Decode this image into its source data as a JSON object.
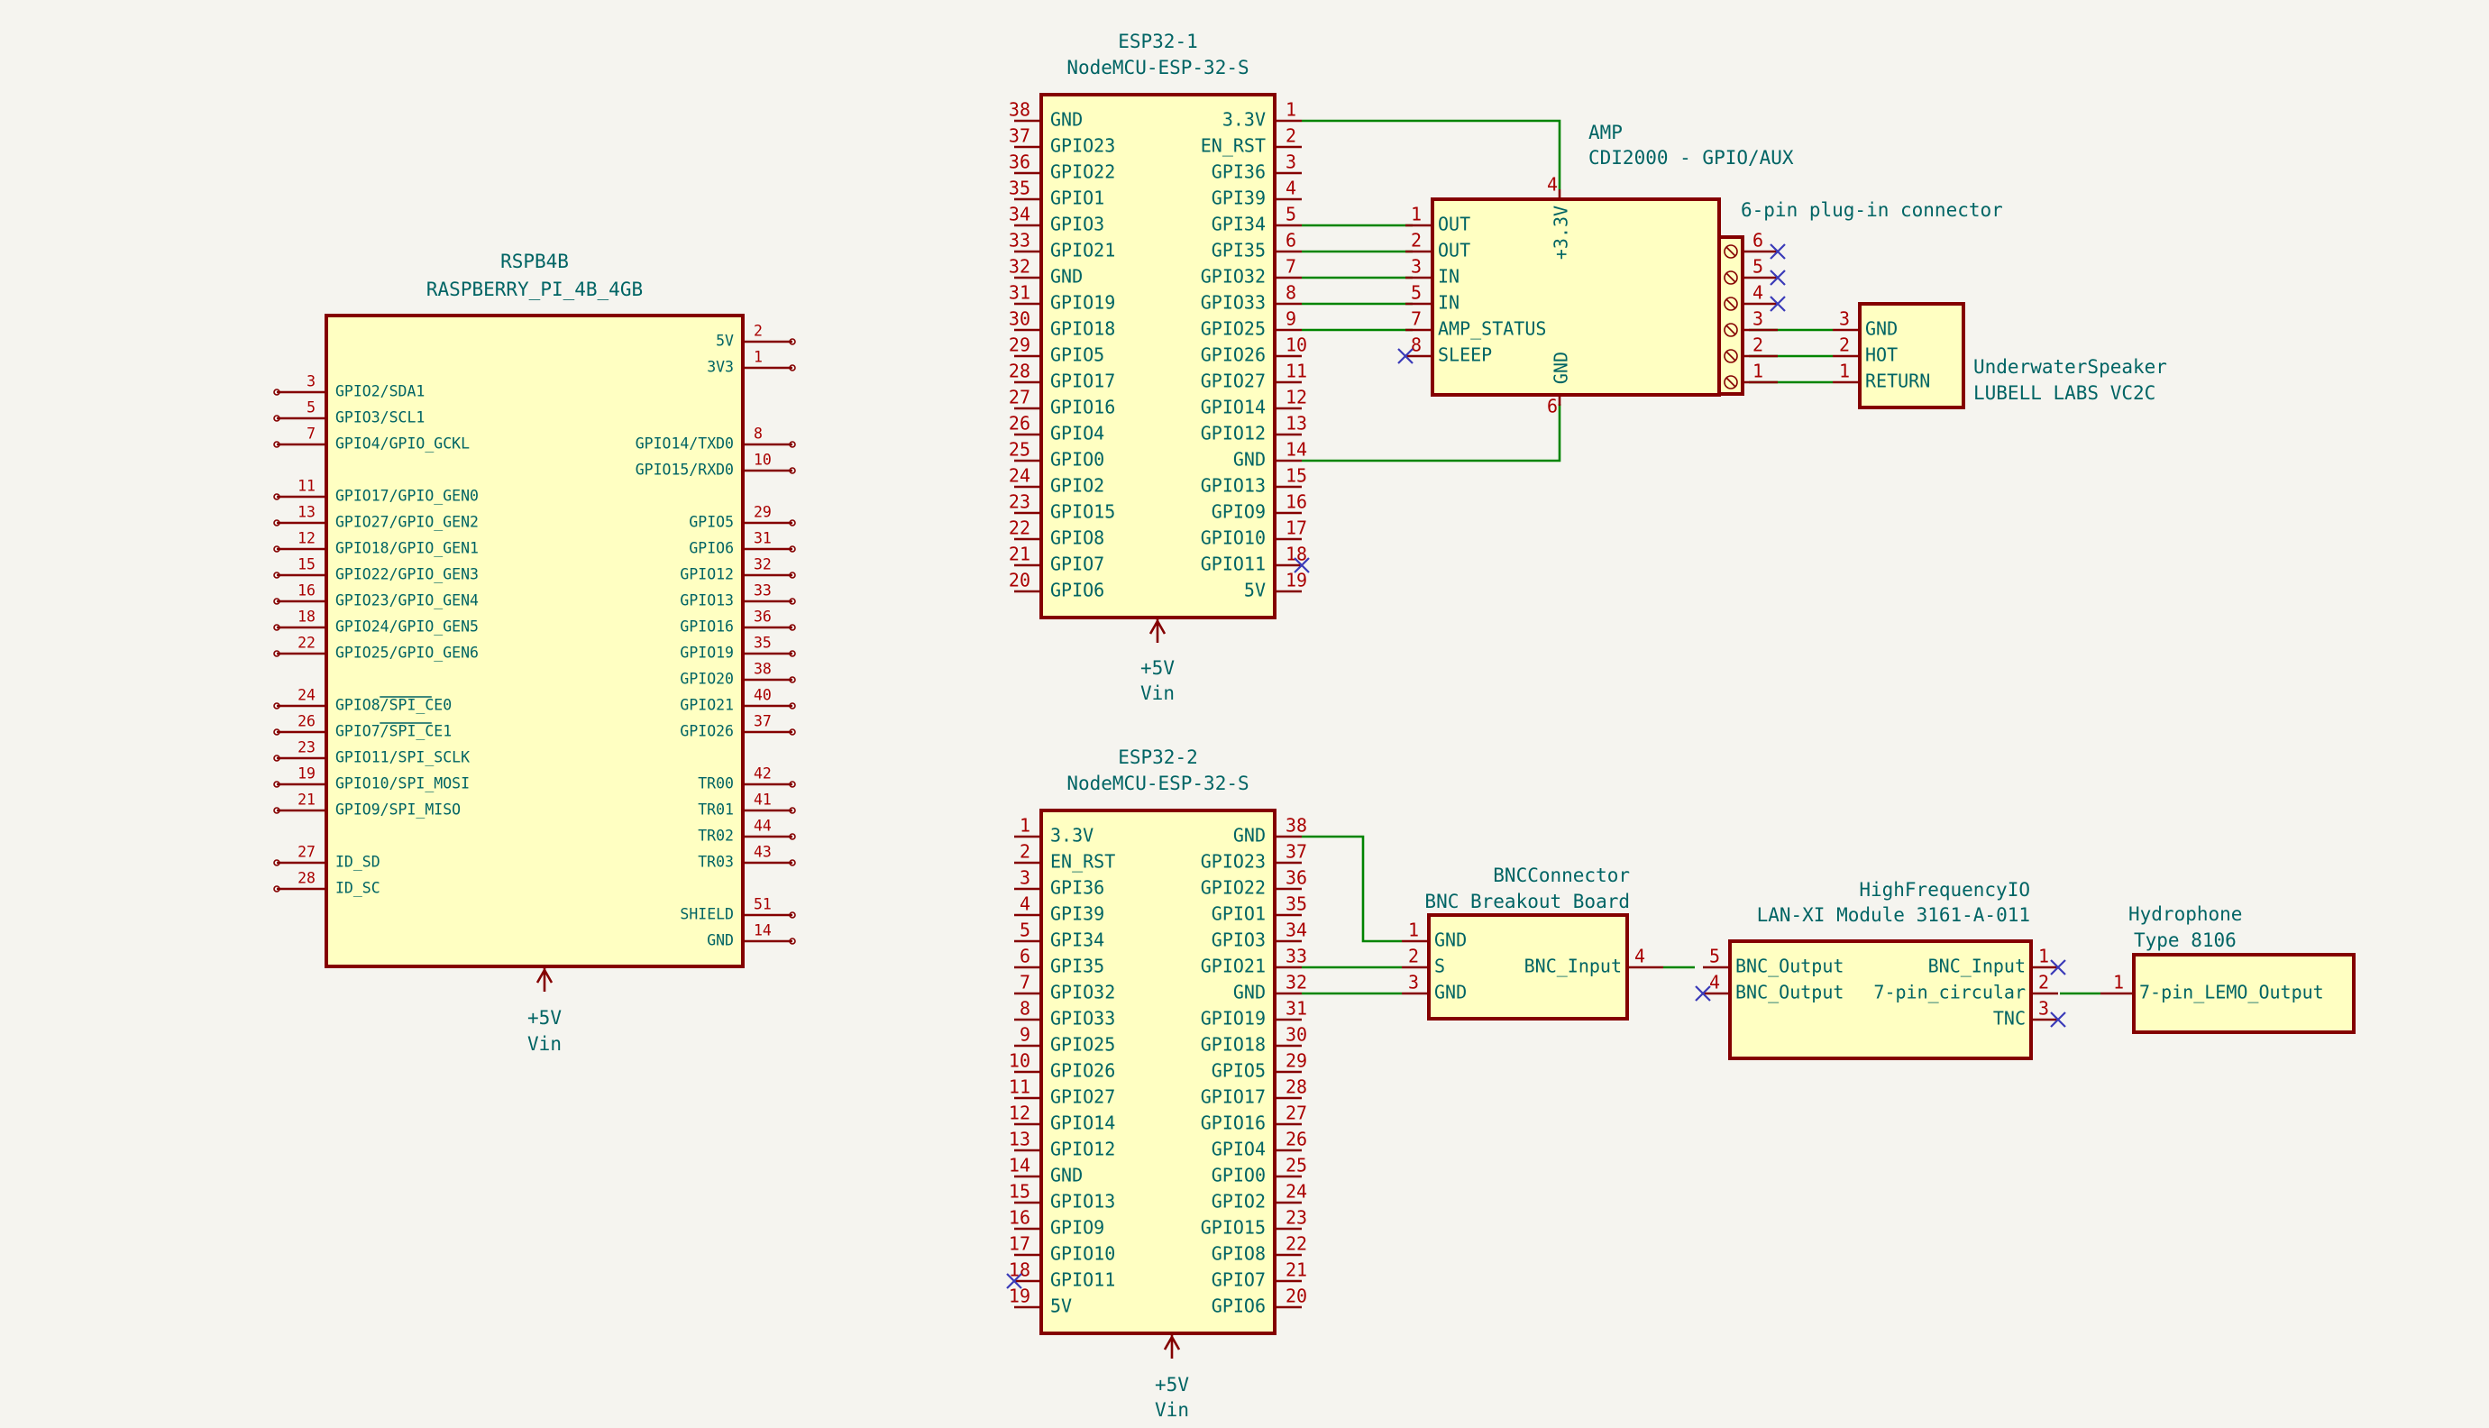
{
  "components": [
    {
      "id": "rpi",
      "name": "RSPB4B",
      "value": "RASPBERRY_PI_4B_4GB",
      "power": [
        "+5V",
        "Vin"
      ],
      "left_pins": [
        {
          "num": "3",
          "name": "GPIO2/SDA1"
        },
        {
          "num": "5",
          "name": "GPIO3/SCL1"
        },
        {
          "num": "7",
          "name": "GPIO4/GPIO_GCKL"
        },
        {
          "num": "11",
          "name": "GPIO17/GPIO_GEN0"
        },
        {
          "num": "13",
          "name": "GPIO27/GPIO_GEN2"
        },
        {
          "num": "12",
          "name": "GPIO18/GPIO_GEN1"
        },
        {
          "num": "15",
          "name": "GPIO22/GPIO_GEN3"
        },
        {
          "num": "16",
          "name": "GPIO23/GPIO_GEN4"
        },
        {
          "num": "18",
          "name": "GPIO24/GPIO_GEN5"
        },
        {
          "num": "22",
          "name": "GPIO25/GPIO_GEN6"
        },
        {
          "num": "24",
          "name": "GPIO8/SPI_CE0"
        },
        {
          "num": "26",
          "name": "GPIO7/SPI_CE1"
        },
        {
          "num": "23",
          "name": "GPIO11/SPI_SCLK"
        },
        {
          "num": "19",
          "name": "GPIO10/SPI_MOSI"
        },
        {
          "num": "21",
          "name": "GPIO9/SPI_MISO"
        },
        {
          "num": "27",
          "name": "ID_SD"
        },
        {
          "num": "28",
          "name": "ID_SC"
        }
      ],
      "right_pins": [
        {
          "num": "2",
          "name": "5V"
        },
        {
          "num": "1",
          "name": "3V3"
        },
        {
          "num": "8",
          "name": "GPIO14/TXD0"
        },
        {
          "num": "10",
          "name": "GPIO15/RXD0"
        },
        {
          "num": "29",
          "name": "GPIO5"
        },
        {
          "num": "31",
          "name": "GPIO6"
        },
        {
          "num": "32",
          "name": "GPIO12"
        },
        {
          "num": "33",
          "name": "GPIO13"
        },
        {
          "num": "36",
          "name": "GPIO16"
        },
        {
          "num": "35",
          "name": "GPIO19"
        },
        {
          "num": "38",
          "name": "GPIO20"
        },
        {
          "num": "40",
          "name": "GPIO21"
        },
        {
          "num": "37",
          "name": "GPIO26"
        },
        {
          "num": "42",
          "name": "TR00"
        },
        {
          "num": "41",
          "name": "TR01"
        },
        {
          "num": "44",
          "name": "TR02"
        },
        {
          "num": "43",
          "name": "TR03"
        },
        {
          "num": "51",
          "name": "SHIELD"
        },
        {
          "num": "14",
          "name": "GND"
        }
      ]
    },
    {
      "id": "esp1",
      "name": "ESP32-1",
      "value": "NodeMCU-ESP-32-S",
      "power": [
        "+5V",
        "Vin"
      ],
      "left_pins": [
        {
          "num": "38",
          "name": "GND"
        },
        {
          "num": "37",
          "name": "GPIO23"
        },
        {
          "num": "36",
          "name": "GPIO22"
        },
        {
          "num": "35",
          "name": "GPIO1"
        },
        {
          "num": "34",
          "name": "GPIO3"
        },
        {
          "num": "33",
          "name": "GPIO21"
        },
        {
          "num": "32",
          "name": "GND"
        },
        {
          "num": "31",
          "name": "GPIO19"
        },
        {
          "num": "30",
          "name": "GPIO18"
        },
        {
          "num": "29",
          "name": "GPIO5"
        },
        {
          "num": "28",
          "name": "GPIO17"
        },
        {
          "num": "27",
          "name": "GPIO16"
        },
        {
          "num": "26",
          "name": "GPIO4"
        },
        {
          "num": "25",
          "name": "GPIO0"
        },
        {
          "num": "24",
          "name": "GPIO2"
        },
        {
          "num": "23",
          "name": "GPIO15"
        },
        {
          "num": "22",
          "name": "GPIO8"
        },
        {
          "num": "21",
          "name": "GPIO7"
        },
        {
          "num": "20",
          "name": "GPIO6"
        }
      ],
      "right_pins": [
        {
          "num": "1",
          "name": "3.3V"
        },
        {
          "num": "2",
          "name": "EN_RST"
        },
        {
          "num": "3",
          "name": "GPI36"
        },
        {
          "num": "4",
          "name": "GPI39"
        },
        {
          "num": "5",
          "name": "GPI34"
        },
        {
          "num": "6",
          "name": "GPI35"
        },
        {
          "num": "7",
          "name": "GPIO32"
        },
        {
          "num": "8",
          "name": "GPIO33"
        },
        {
          "num": "9",
          "name": "GPIO25"
        },
        {
          "num": "10",
          "name": "GPIO26"
        },
        {
          "num": "11",
          "name": "GPIO27"
        },
        {
          "num": "12",
          "name": "GPIO14"
        },
        {
          "num": "13",
          "name": "GPIO12"
        },
        {
          "num": "14",
          "name": "GND"
        },
        {
          "num": "15",
          "name": "GPIO13"
        },
        {
          "num": "16",
          "name": "GPIO9"
        },
        {
          "num": "17",
          "name": "GPIO10"
        },
        {
          "num": "18",
          "name": "GPIO11"
        },
        {
          "num": "19",
          "name": "5V"
        }
      ]
    },
    {
      "id": "esp2",
      "name": "ESP32-2",
      "value": "NodeMCU-ESP-32-S",
      "power": [
        "+5V",
        "Vin"
      ],
      "left_pins": [
        {
          "num": "1",
          "name": "3.3V"
        },
        {
          "num": "2",
          "name": "EN_RST"
        },
        {
          "num": "3",
          "name": "GPI36"
        },
        {
          "num": "4",
          "name": "GPI39"
        },
        {
          "num": "5",
          "name": "GPI34"
        },
        {
          "num": "6",
          "name": "GPI35"
        },
        {
          "num": "7",
          "name": "GPIO32"
        },
        {
          "num": "8",
          "name": "GPIO33"
        },
        {
          "num": "9",
          "name": "GPIO25"
        },
        {
          "num": "10",
          "name": "GPIO26"
        },
        {
          "num": "11",
          "name": "GPIO27"
        },
        {
          "num": "12",
          "name": "GPIO14"
        },
        {
          "num": "13",
          "name": "GPIO12"
        },
        {
          "num": "14",
          "name": "GND"
        },
        {
          "num": "15",
          "name": "GPIO13"
        },
        {
          "num": "16",
          "name": "GPIO9"
        },
        {
          "num": "17",
          "name": "GPIO10"
        },
        {
          "num": "18",
          "name": "GPIO11"
        },
        {
          "num": "19",
          "name": "5V"
        }
      ],
      "right_pins": [
        {
          "num": "38",
          "name": "GND"
        },
        {
          "num": "37",
          "name": "GPIO23"
        },
        {
          "num": "36",
          "name": "GPIO22"
        },
        {
          "num": "35",
          "name": "GPIO1"
        },
        {
          "num": "34",
          "name": "GPIO3"
        },
        {
          "num": "33",
          "name": "GPIO21"
        },
        {
          "num": "32",
          "name": "GND"
        },
        {
          "num": "31",
          "name": "GPIO19"
        },
        {
          "num": "30",
          "name": "GPIO18"
        },
        {
          "num": "29",
          "name": "GPIO5"
        },
        {
          "num": "28",
          "name": "GPIO17"
        },
        {
          "num": "27",
          "name": "GPIO16"
        },
        {
          "num": "26",
          "name": "GPIO4"
        },
        {
          "num": "25",
          "name": "GPIO0"
        },
        {
          "num": "24",
          "name": "GPIO2"
        },
        {
          "num": "23",
          "name": "GPIO15"
        },
        {
          "num": "22",
          "name": "GPIO8"
        },
        {
          "num": "21",
          "name": "GPIO7"
        },
        {
          "num": "20",
          "name": "GPIO6"
        }
      ]
    },
    {
      "id": "amp",
      "name": "AMP",
      "value": "CDI2000 - GPIO/AUX",
      "connector_label": "6-pin plug-in connector",
      "left_pins": [
        {
          "num": "1",
          "name": "OUT"
        },
        {
          "num": "2",
          "name": "OUT"
        },
        {
          "num": "3",
          "name": "IN"
        },
        {
          "num": "5",
          "name": "IN"
        },
        {
          "num": "7",
          "name": "AMP_STATUS"
        },
        {
          "num": "8",
          "name": "SLEEP"
        }
      ],
      "top_pin": {
        "num": "4",
        "name": "+3.3V"
      },
      "bottom_pin": {
        "num": "6",
        "name": "GND"
      },
      "terminals": [
        "6",
        "5",
        "4",
        "3",
        "2",
        "1"
      ]
    },
    {
      "id": "speaker",
      "name": "UnderwaterSpeaker",
      "value": "LUBELL LABS VC2C",
      "left_pins": [
        {
          "num": "3",
          "name": "GND"
        },
        {
          "num": "2",
          "name": "HOT"
        },
        {
          "num": "1",
          "name": "RETURN"
        }
      ]
    },
    {
      "id": "bnc",
      "name": "BNCConnector",
      "value": "BNC Breakout Board",
      "left_pins": [
        {
          "num": "1",
          "name": "GND"
        },
        {
          "num": "2",
          "name": "S"
        },
        {
          "num": "3",
          "name": "GND"
        }
      ],
      "right_pins": [
        {
          "num": "4",
          "name": "BNC_Input"
        }
      ]
    },
    {
      "id": "hfio",
      "name": "HighFrequencyIO",
      "value": "LAN-XI Module 3161-A-011",
      "left_pins": [
        {
          "num": "5",
          "name": "BNC_Output"
        },
        {
          "num": "4",
          "name": "BNC_Output"
        }
      ],
      "right_pins": [
        {
          "num": "1",
          "name": "BNC_Input"
        },
        {
          "num": "2",
          "name": "7-pin_circular"
        },
        {
          "num": "3",
          "name": "TNC"
        }
      ]
    },
    {
      "id": "hydro",
      "name": "Hydrophone",
      "value": "Type 8106",
      "left_pins": [
        {
          "num": "1",
          "name": "7-pin_LEMO_Output"
        }
      ]
    }
  ]
}
